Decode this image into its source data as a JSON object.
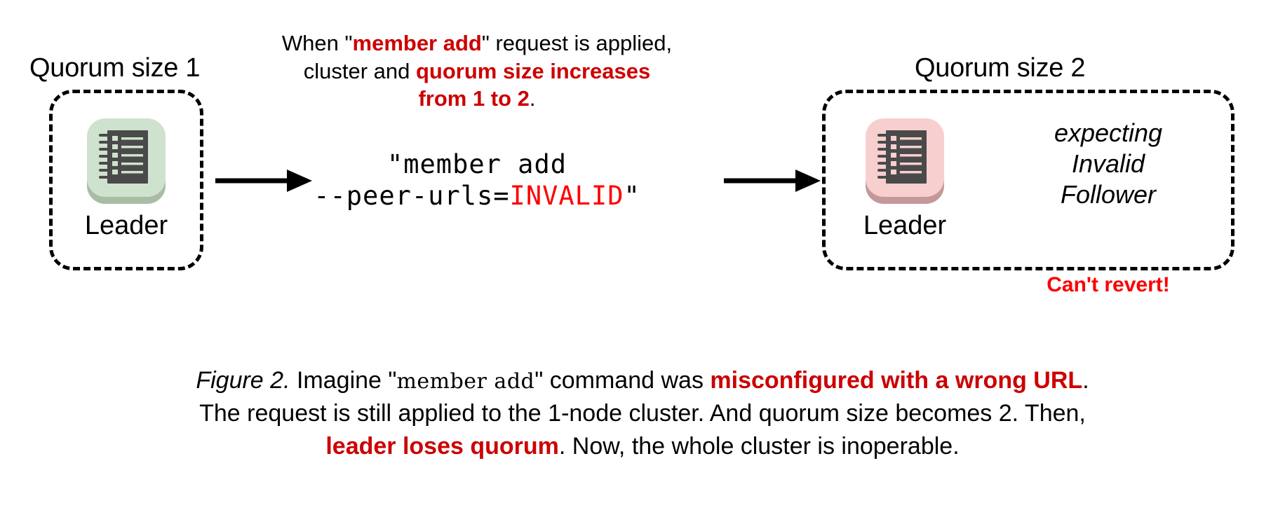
{
  "figure": {
    "left_cluster": {
      "title": "Quorum size 1",
      "node_label": "Leader",
      "icon_name": "etcd-node-icon",
      "icon_color": "#cfe2cd",
      "icon_shadow_color": "#a8bda4",
      "icon_body_color": "#4a4a4a"
    },
    "right_cluster": {
      "title": "Quorum size 2",
      "node_label": "Leader",
      "icon_name": "etcd-node-icon",
      "icon_color": "#f7cfcf",
      "icon_shadow_color": "#c49898",
      "icon_body_color": "#4a4a4a",
      "side_note_lines": [
        "expecting",
        "Invalid",
        "Follower"
      ],
      "warning": "Can't revert!"
    },
    "top_caption": {
      "line1_a": "When \"",
      "line1_hl": "member add",
      "line1_b": "\" request is applied,",
      "line2_a": "cluster and ",
      "line2_hl": "quorum size increases",
      "line3_hl": "from 1 to 2",
      "line3_b": "."
    },
    "command": {
      "line1": "\"member add",
      "line2_a": "--peer-urls=",
      "line2_red": "INVALID",
      "line2_b": "\""
    },
    "arrows": {
      "left_arrow_name": "flow-arrow-left",
      "right_arrow_name": "flow-arrow-right"
    },
    "caption": {
      "fig_num": "Figure 2.",
      "l1_a": " Imagine \"",
      "l1_code": "member add",
      "l1_b": "\" command was ",
      "l1_hl": "misconfigured with a wrong URL",
      "l1_c": ".",
      "l2": "The request is still applied to the 1-node cluster. And quorum size becomes 2. Then,",
      "l3_hl": "leader loses quorum",
      "l3_b": ". Now, the whole cluster is inoperable."
    }
  },
  "colors": {
    "accent_red": "#cc0000",
    "bright_red": "#fb0000",
    "code_red": "#ff0000",
    "ink": "#000000",
    "background": "#ffffff"
  }
}
